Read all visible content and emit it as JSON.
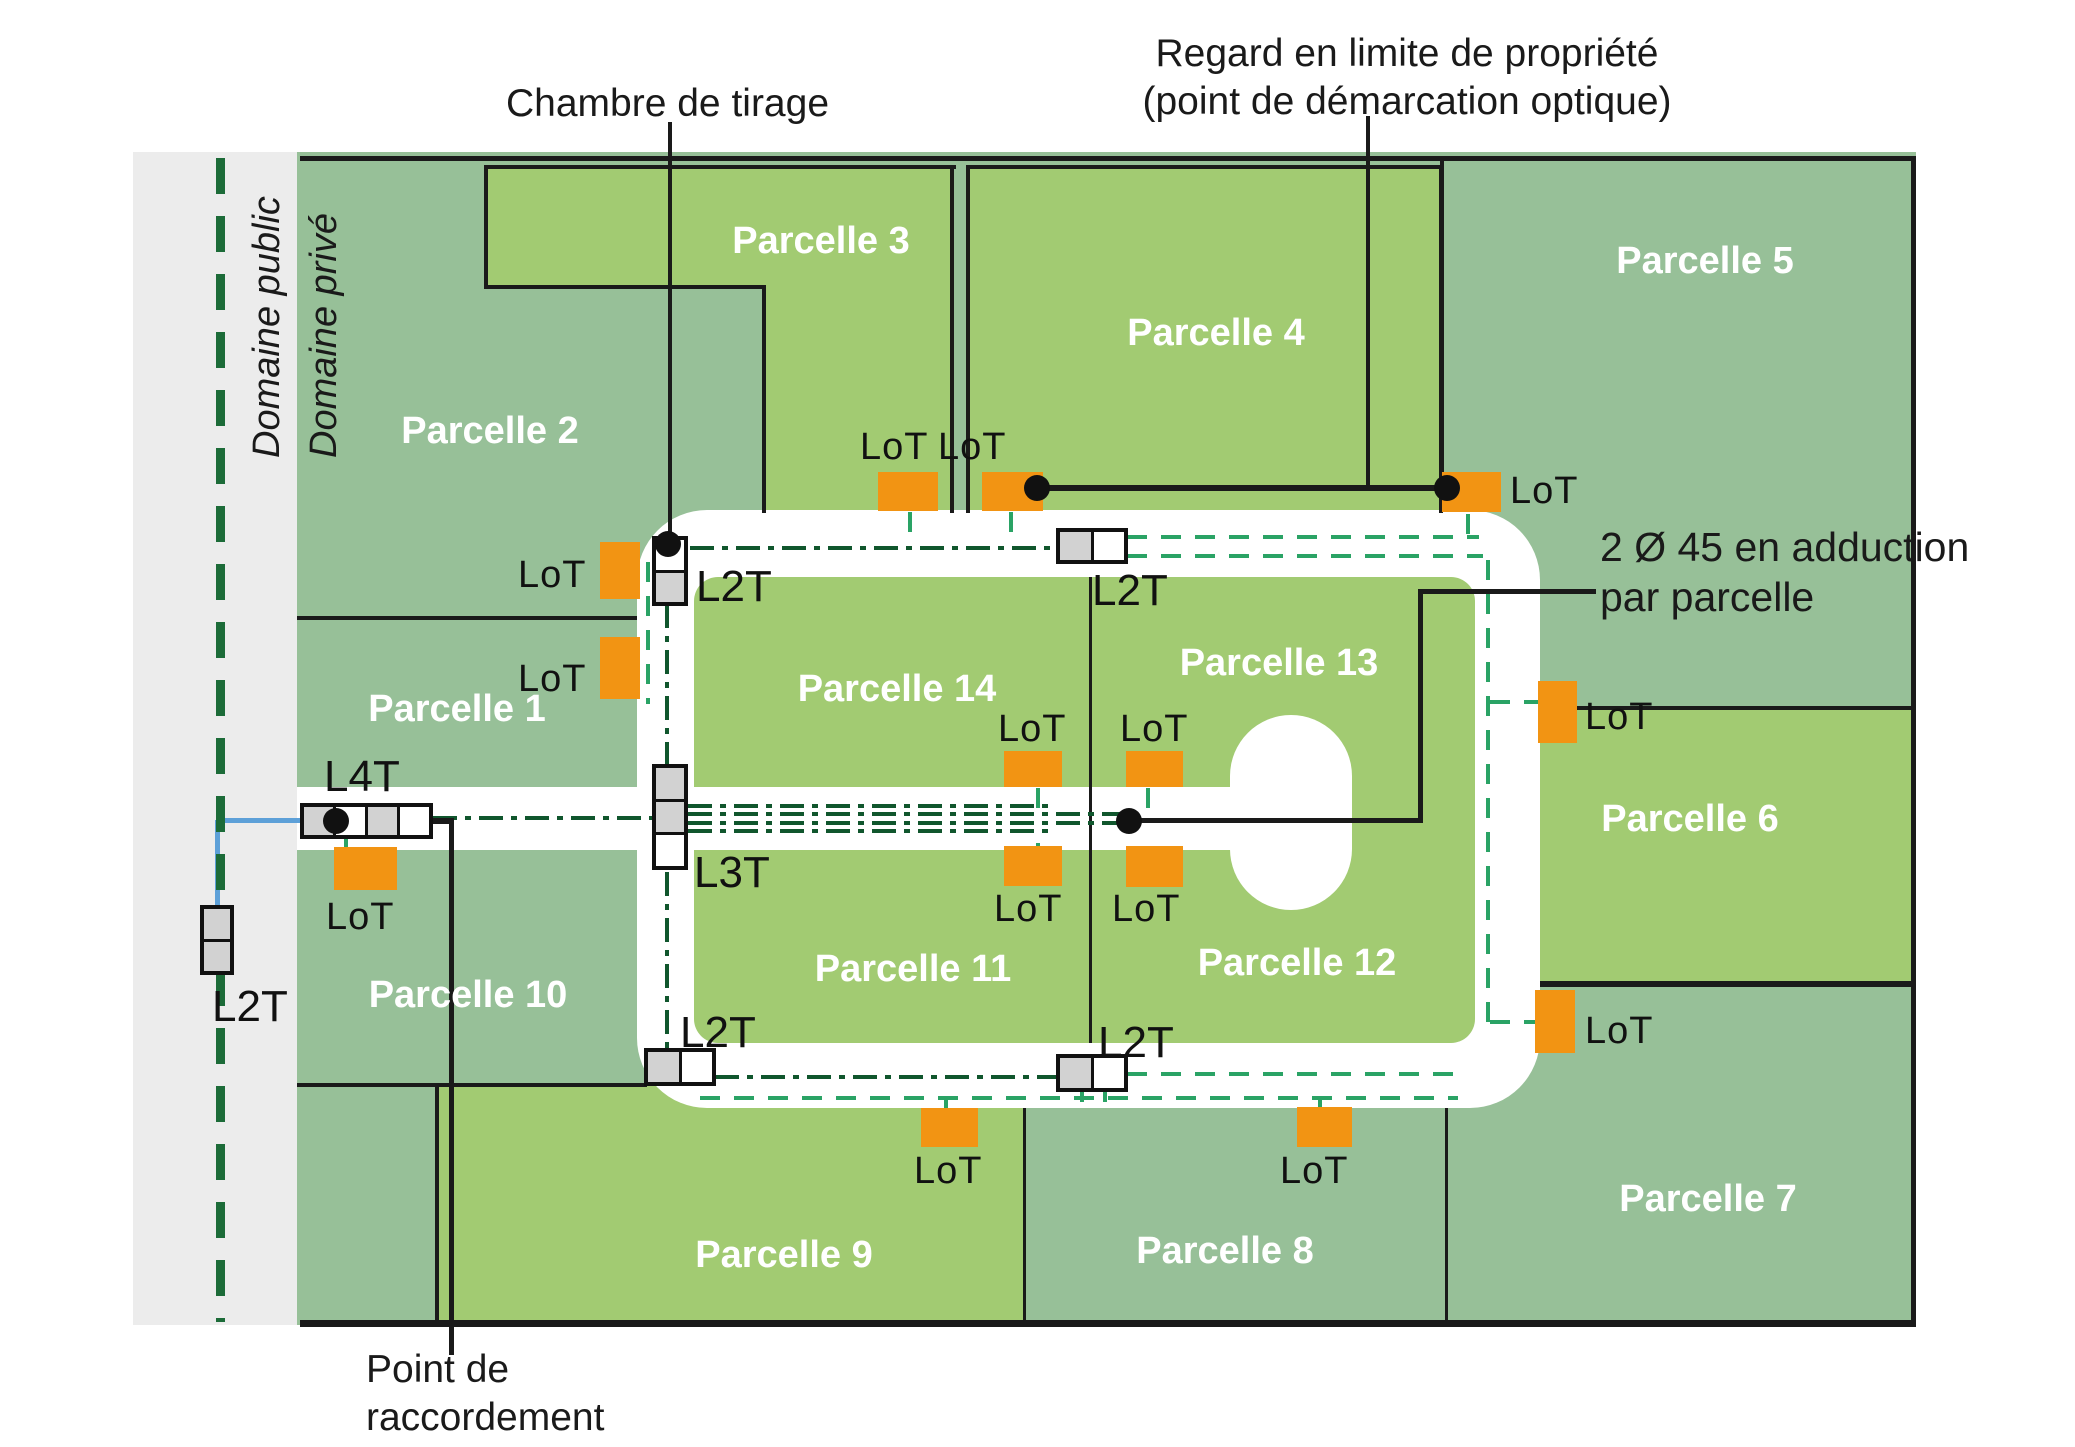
{
  "diagram": {
    "annotations": {
      "chambre_tirage": "Chambre de tirage",
      "regard_line1": "Regard en limite de propriété",
      "regard_line2": "(point de démarcation optique)",
      "adduction_line1": "2 Ø 45 en adduction",
      "adduction_line2": "par parcelle",
      "raccordement_line1": "Point de",
      "raccordement_line2": "raccordement",
      "domaine_public": "Domaine public",
      "domaine_prive": "Domaine privé"
    },
    "lot_label": "LoT",
    "chamber_labels": {
      "l2t": "L2T",
      "l3t": "L3T",
      "l4t": "L4T"
    },
    "parcels": [
      {
        "num": 1,
        "label": "Parcelle 1"
      },
      {
        "num": 2,
        "label": "Parcelle 2"
      },
      {
        "num": 3,
        "label": "Parcelle 3"
      },
      {
        "num": 4,
        "label": "Parcelle 4"
      },
      {
        "num": 5,
        "label": "Parcelle 5"
      },
      {
        "num": 6,
        "label": "Parcelle 6"
      },
      {
        "num": 7,
        "label": "Parcelle 7"
      },
      {
        "num": 8,
        "label": "Parcelle 8"
      },
      {
        "num": 9,
        "label": "Parcelle 9"
      },
      {
        "num": 10,
        "label": "Parcelle 10"
      },
      {
        "num": 11,
        "label": "Parcelle 11"
      },
      {
        "num": 12,
        "label": "Parcelle 12"
      },
      {
        "num": 13,
        "label": "Parcelle 13"
      },
      {
        "num": 14,
        "label": "Parcelle 14"
      }
    ],
    "colors": {
      "sage_green": "#97c098",
      "light_green": "#a2cb72",
      "gray_strip": "#ececec",
      "orange": "#f29413",
      "fiber_dark": "#10562d",
      "fiber_light": "#2aa365",
      "public_dash_green": "#1c6b38",
      "blue_drop": "#5da0d8"
    }
  }
}
